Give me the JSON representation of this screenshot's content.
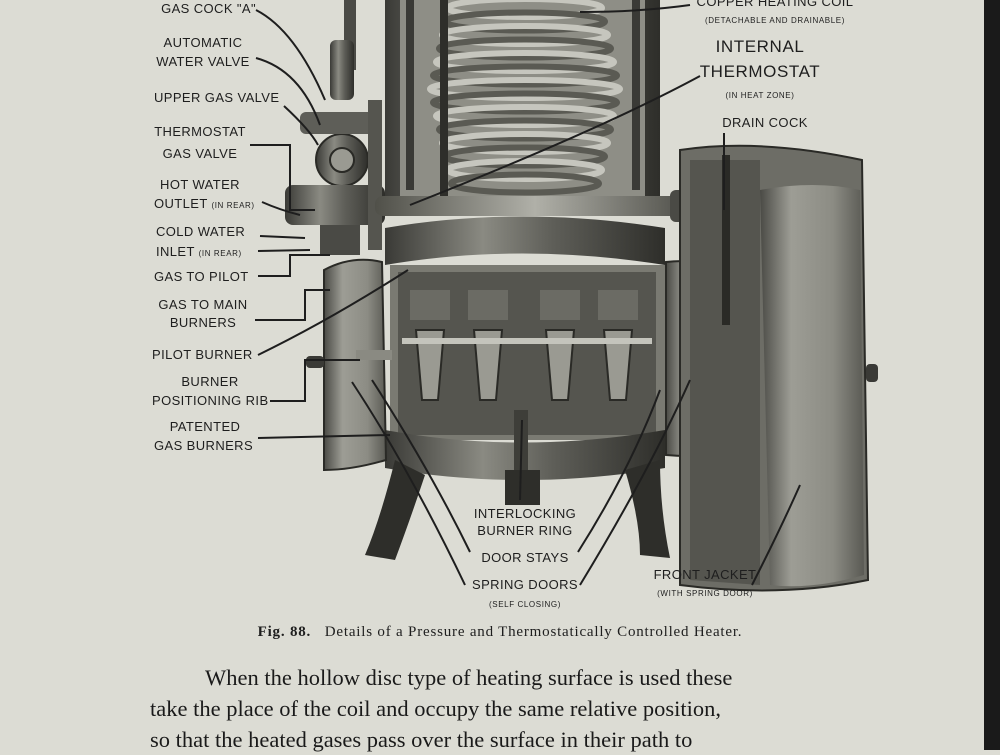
{
  "labels": {
    "gas_cock_a": "GAS COCK \"A\"",
    "automatic_water_valve_1": "AUTOMATIC",
    "automatic_water_valve_2": "WATER VALVE",
    "upper_gas_valve": "UPPER GAS VALVE",
    "thermostat_gas_valve_1": "THERMOSTAT",
    "thermostat_gas_valve_2": "GAS VALVE",
    "hot_water_outlet_1": "HOT WATER",
    "hot_water_outlet_2": "OUTLET",
    "hot_water_outlet_note": "(IN REAR)",
    "cold_water_inlet_1": "COLD WATER",
    "cold_water_inlet_2": "INLET",
    "cold_water_inlet_note": "(IN REAR)",
    "gas_to_pilot": "GAS TO PILOT",
    "gas_to_main_burners_1": "GAS TO MAIN",
    "gas_to_main_burners_2": "BURNERS",
    "pilot_burner": "PILOT BURNER",
    "burner_positioning_rib_1": "BURNER",
    "burner_positioning_rib_2": "POSITIONING RIB",
    "patented_gas_burners_1": "PATENTED",
    "patented_gas_burners_2": "GAS BURNERS",
    "copper_heating_coil": "COPPER HEATING COIL",
    "copper_heating_coil_note": "(DETACHABLE AND DRAINABLE)",
    "internal_thermostat_1": "INTERNAL",
    "internal_thermostat_2": "THERMOSTAT",
    "internal_thermostat_note": "(IN HEAT ZONE)",
    "drain_cock": "DRAIN COCK",
    "interlocking_burner_ring_1": "INTERLOCKING",
    "interlocking_burner_ring_2": "BURNER RING",
    "door_stays": "DOOR STAYS",
    "spring_doors": "SPRING DOORS",
    "spring_doors_note": "(SELF CLOSING)",
    "front_jacket": "FRONT JACKET",
    "front_jacket_note": "(WITH SPRING DOOR)"
  },
  "caption": {
    "number": "Fig. 88.",
    "text": "Details of a Pressure and Thermostatically Controlled Heater."
  },
  "body": {
    "line1": "When the hollow disc type of heating surface is used these",
    "line2": "take the place of the coil and occupy the same relative position,",
    "line3": "so that the heated gases pass over the surface in their path to"
  },
  "colors": {
    "paper": "#dcdcd4",
    "ink": "#1c1c1c",
    "metal_dark": "#3a3a36",
    "metal_mid": "#6b6b64",
    "metal_light": "#9a9a92"
  }
}
